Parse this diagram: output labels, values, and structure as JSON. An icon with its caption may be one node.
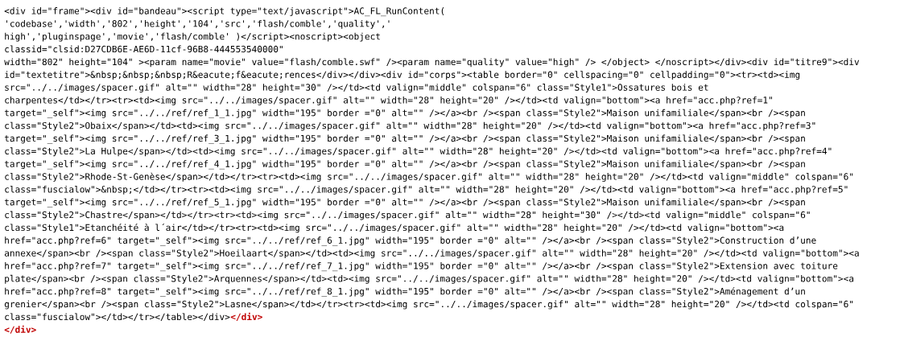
{
  "diagram": {
    "labels": [
      "<div id=\"frame\"><div id=\"bandeau\"><script type=\"text/javascript\">AC_FL_RunContent(",
      "'codebase','width','802','height','104','src','flash/comble','quality','",
      "high','pluginspage','movie','flash/comble' )</script><noscript><object",
      "classid=\"clsid:D27CDB6E-AE6D-11cf-96B8-444553540000\"",
      "width=\"802\" height=\"104\" ><param name=\"movie\" value=\"flash/comble.swf\" /><param name=\"quality\" value=\"high\" /> </object> </noscript></div><div id=\"titre9\"><div",
      "id=\"textetitre\">&nbsp;&nbsp;&nbsp;R&eacute;f&eacute;rences</div></div><div id=\"corps\"><table border=\"0\" cellspacing=\"0\" cellpadding=\"0\"><tr><td><img",
      "src=\"../../images/spacer.gif\" alt=\"\" width=\"28\" height=\"30\" /></td><td valign=\"middle\" colspan=\"6\" class=\"Style1\">Ossatures bois et",
      "charpentes</td></tr><tr><td><img src=\"../../images/spacer.gif\" alt=\"\" width=\"28\" height=\"20\" /></td><td valign=\"bottom\"><a href=\"acc.php?ref=1\"",
      "target=\"_self\"><img src=\"../../ref/ref_1_1.jpg\" width=\"195\" border =\"0\" alt=\"\" /></a><br /><span class=\"Style2\">Maison unifamiliale</span><br /><span",
      "class=\"Style2\">Obaix</span></td><td><img src=\"../../images/spacer.gif\" alt=\"\" width=\"28\" height=\"20\" /></td><td valign=\"bottom\"><a href=\"acc.php?ref=3\"",
      "target=\"_self\"><img src=\"../../ref/ref_3_1.jpg\" width=\"195\" border =\"0\" alt=\"\" /></a><br /><span class=\"Style2\">Maison unifamiliale</span><br /><span",
      "class=\"Style2\">La Hulpe</span></td><td><img src=\"../../images/spacer.gif\" alt=\"\" width=\"28\" height=\"20\" /></td><td valign=\"bottom\"><a href=\"acc.php?ref=4\"",
      "target=\"_self\"><img src=\"../../ref/ref_4_1.jpg\" width=\"195\" border =\"0\" alt=\"\" /></a><br /><span class=\"Style2\">Maison unifamiliale</span><br /><span",
      "class=\"Style2\">Rhode-St-Genèse</span></td></tr><tr><td><img src=\"../../images/spacer.gif\" alt=\"\" width=\"28\" height=\"20\" /></td><td valign=\"middle\" colspan=\"6\"",
      "class=\"fuscialow\">&nbsp;</td></tr><tr><td><img src=\"../../images/spacer.gif\" alt=\"\" width=\"28\" height=\"20\" /></td><td valign=\"bottom\"><a href=\"acc.php?ref=5\"",
      "target=\"_self\"><img src=\"../../ref/ref_5_1.jpg\" width=\"195\" border =\"0\" alt=\"\" /></a><br /><span class=\"Style2\">Maison unifamiliale</span><br /><span",
      "class=\"Style2\">Chastre</span></td></tr><tr><td><img src=\"../../images/spacer.gif\" alt=\"\" width=\"28\" height=\"30\" /></td><td valign=\"middle\" colspan=\"6\"",
      "class=\"Style1\">Etanchéité à l´air</td></tr><tr><td><img src=\"../../images/spacer.gif\" alt=\"\" width=\"28\" height=\"20\" /></td><td valign=\"bottom\"><a",
      "href=\"acc.php?ref=6\" target=\"_self\"><img src=\"../../ref/ref_6_1.jpg\" width=\"195\" border =\"0\" alt=\"\" /></a><br /><span class=\"Style2\">Construction d’une",
      "annexe</span><br /><span class=\"Style2\">Hoeilaart</span></td><td><img src=\"../../images/spacer.gif\" alt=\"\" width=\"28\" height=\"20\" /></td><td valign=\"bottom\"><a",
      "href=\"acc.php?ref=7\" target=\"_self\"><img src=\"../../ref/ref_7_1.jpg\" width=\"195\" border =\"0\" alt=\"\" /></a><br /><span class=\"Style2\">Extension avec toiture",
      "plate</span><br /><span class=\"Style2\">Arquennes</span></td><td><img src=\"../../images/spacer.gif\" alt=\"\" width=\"28\" height=\"20\" /></td><td valign=\"bottom\"><a",
      "href=\"acc.php?ref=8\" target=\"_self\"><img src=\"../../ref/ref_8_1.jpg\" width=\"195\" border =\"0\" alt=\"\" /></a><br /><span class=\"Style2\">Aménagement d’un",
      "grenier</span><br /><span class=\"Style2\">Lasne</span></td></tr><tr><td><img src=\"../../images/spacer.gif\" alt=\"\" width=\"28\" height=\"20\" /></td><td colspan=\"6\"",
      "class=\"fuscialow\"></td></tr></table></div>",
      "</div>",
      "</div>"
    ]
  }
}
